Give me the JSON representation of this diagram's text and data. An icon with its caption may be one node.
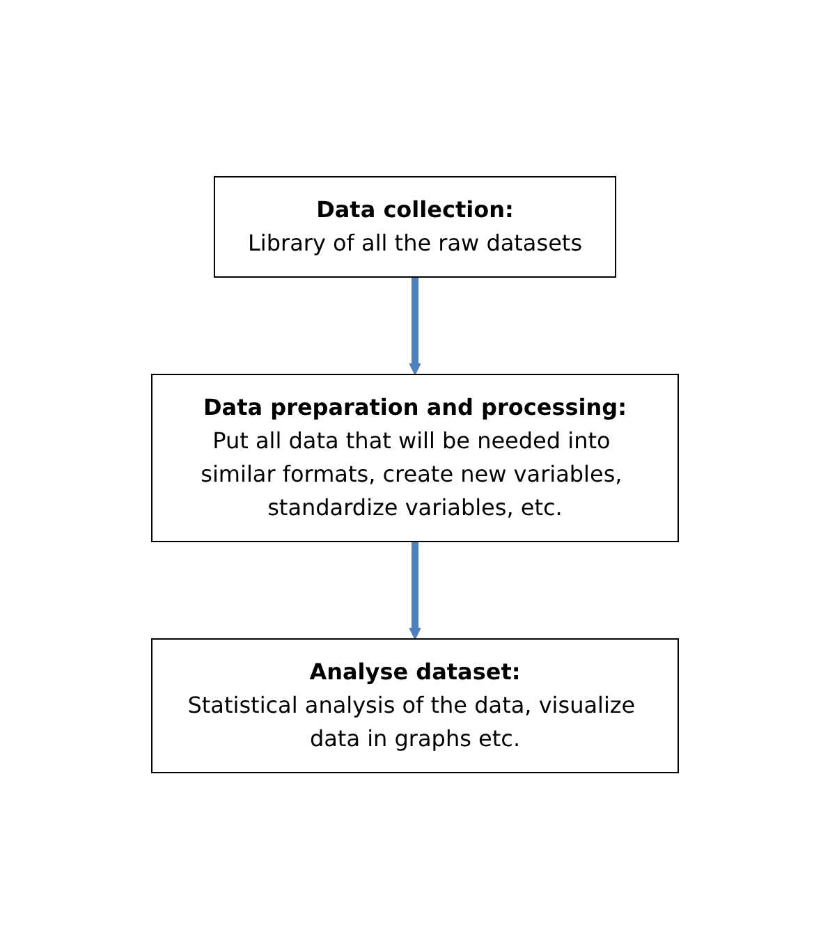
{
  "diagram": {
    "nodes": [
      {
        "text": [
          "Data collection:",
          "Library of all the raw datasets"
        ]
      },
      {
        "text": [
          "Data preparation and processing:",
          "Put all data that will be needed into similar formats, create new variables, standardize variables, etc."
        ]
      },
      {
        "text": [
          "Analyse dataset:",
          "Statistical analysis of the data, visualize data in graphs etc."
        ]
      }
    ],
    "edges": [
      {
        "from": 0,
        "to": 1,
        "arrow": "to"
      },
      {
        "from": 1,
        "to": 2,
        "arrow": "to"
      }
    ]
  }
}
